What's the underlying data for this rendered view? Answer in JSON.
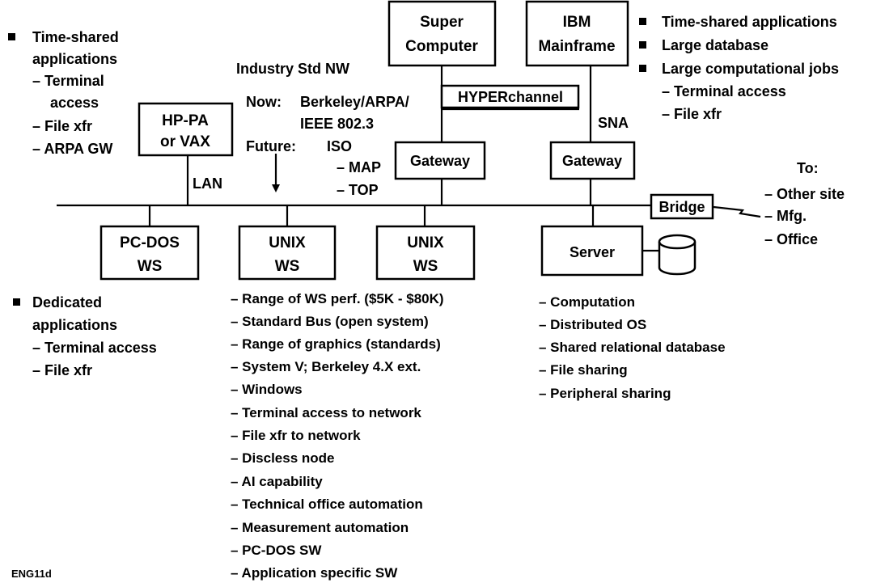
{
  "nodes": {
    "super_computer": [
      "Super",
      "Computer"
    ],
    "ibm_mainframe": [
      "IBM",
      "Mainframe"
    ],
    "hp_pa": [
      "HP-PA",
      "or VAX"
    ],
    "pc_dos_ws": [
      "PC-DOS",
      "WS"
    ],
    "unix_ws_1": [
      "UNIX",
      "WS"
    ],
    "unix_ws_2": [
      "UNIX",
      "WS"
    ],
    "server": "Server",
    "gateway_left": "Gateway",
    "gateway_right": "Gateway",
    "hyperchannel": "HYPERchannel",
    "bridge": "Bridge"
  },
  "links": {
    "lan": "LAN",
    "sna": "SNA"
  },
  "industry_std": {
    "heading": "Industry Std NW",
    "now_label": "Now:",
    "now_value_1": "Berkeley/ARPA/",
    "now_value_2": "IEEE 802.3",
    "future_label": "Future:",
    "future_value": "ISO",
    "future_items": [
      "– MAP",
      "– TOP"
    ]
  },
  "to_section": {
    "heading": "To:",
    "items": [
      "– Other site",
      "– Mfg.",
      "– Office"
    ]
  },
  "notes": {
    "top_left": {
      "lines": [
        "Time-shared",
        "applications"
      ],
      "subitems": [
        "– Terminal",
        "access",
        "– File xfr",
        "– ARPA GW"
      ]
    },
    "top_right": {
      "bullets": [
        "Time-shared applications",
        "Large database",
        "Large computational jobs"
      ],
      "subitems": [
        "– Terminal access",
        "– File xfr"
      ]
    },
    "bottom_left": {
      "lines": [
        "Dedicated",
        "applications"
      ],
      "subitems": [
        "– Terminal access",
        "– File xfr"
      ]
    },
    "unix_features": [
      "– Range of WS perf. ($5K - $80K)",
      "– Standard Bus (open system)",
      "– Range of graphics (standards)",
      "– System V; Berkeley 4.X ext.",
      "– Windows",
      "– Terminal access to network",
      "– File xfr to network",
      "– Discless node",
      "– AI capability",
      "– Technical office automation",
      "– Measurement automation",
      "– PC-DOS SW",
      "– Application specific SW"
    ],
    "server_features": [
      "– Computation",
      "– Distributed OS",
      "– Shared relational database",
      "– File sharing",
      "– Peripheral sharing"
    ]
  },
  "footer_code": "ENG11d"
}
